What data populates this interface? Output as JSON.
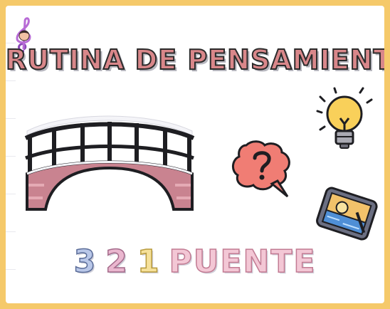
{
  "header": {
    "title": "RUTINA DE PENSAMIENTO"
  },
  "footer": {
    "number_3": "3",
    "number_2": "2",
    "number_1": "1",
    "word": "PUENTE"
  },
  "icons": [
    "music-clef-avatar-icon",
    "bridge-icon",
    "question-bubble-icon",
    "light-bulb-icon",
    "drawing-tablet-icon"
  ],
  "colors": {
    "frame": "#f5c96a",
    "title_fill": "#d9878a",
    "bridge_pink": "#c98390",
    "bubble_red": "#f07d74",
    "bulb_yellow": "#f9d05a"
  }
}
